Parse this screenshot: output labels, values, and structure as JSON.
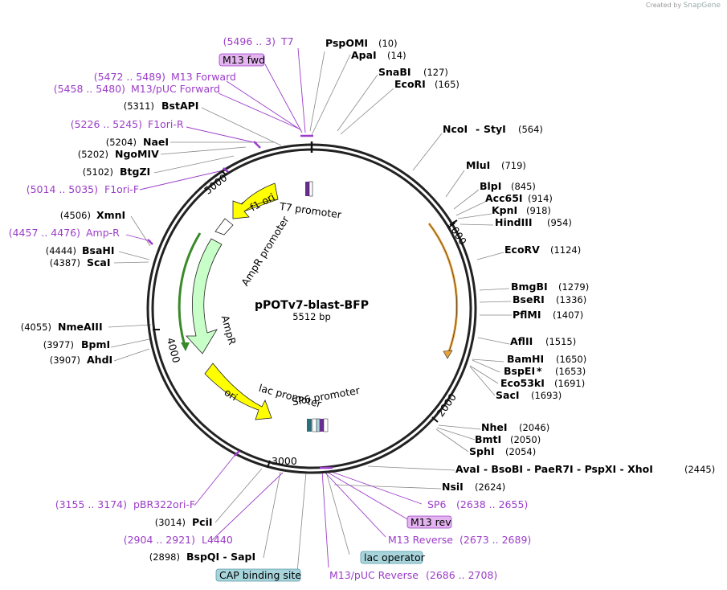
{
  "credit": {
    "prefix": "Created by",
    "brand": "SnapGene"
  },
  "plasmid": {
    "name": "pPOTv7-blast-BFP",
    "length": "5512 bp"
  },
  "ticks": [
    "1000",
    "2000",
    "3000",
    "4000",
    "5000"
  ],
  "features": {
    "t7_promoter": "T7 promoter",
    "f1_ori": "f1 ori",
    "ampr_promoter": "AmpR promoter",
    "ampr": "AmpR",
    "ori": "ori",
    "lac_promoter": "lac promoter",
    "sp6_promoter": "SP6 promoter"
  },
  "sites_right": [
    {
      "name": "PspOMI",
      "pos": "(10)"
    },
    {
      "name": "ApaI",
      "pos": "(14)"
    },
    {
      "name": "SnaBI",
      "pos": "(127)"
    },
    {
      "name": "EcoRI",
      "pos": "(165)"
    },
    {
      "name": "NcoI",
      "sep": "-",
      "name2": "StyI",
      "pos": "(564)"
    },
    {
      "name": "MluI",
      "pos": "(719)"
    },
    {
      "name": "BlpI",
      "pos": "(845)"
    },
    {
      "name": "Acc65I",
      "pos": "(914)"
    },
    {
      "name": "KpnI",
      "pos": "(918)"
    },
    {
      "name": "HindIII",
      "pos": "(954)"
    },
    {
      "name": "EcoRV",
      "pos": "(1124)"
    },
    {
      "name": "BmgBI",
      "pos": "(1279)"
    },
    {
      "name": "BseRI",
      "pos": "(1336)"
    },
    {
      "name": "PflMI",
      "pos": "(1407)"
    },
    {
      "name": "AflII",
      "pos": "(1515)"
    },
    {
      "name": "BamHI",
      "pos": "(1650)"
    },
    {
      "name": "BspEI",
      "mark": "*",
      "pos": "(1653)"
    },
    {
      "name": "Eco53kI",
      "pos": "(1691)"
    },
    {
      "name": "SacI",
      "pos": "(1693)"
    },
    {
      "name": "NheI",
      "pos": "(2046)"
    },
    {
      "name": "BmtI",
      "pos": "(2050)"
    },
    {
      "name": "SphI",
      "pos": "(2054)"
    },
    {
      "name": "AvaI - BsoBI - PaeR7I - PspXI - XhoI",
      "pos": "(2445)"
    },
    {
      "name": "NsiI",
      "pos": "(2624)"
    }
  ],
  "sites_left": [
    {
      "pos": "(5311)",
      "name": "BstAPI"
    },
    {
      "pos": "(5204)",
      "name": "NaeI"
    },
    {
      "pos": "(5202)",
      "name": "NgoMIV"
    },
    {
      "pos": "(5102)",
      "name": "BtgZI"
    },
    {
      "pos": "(4506)",
      "name": "XmnI"
    },
    {
      "pos": "(4444)",
      "name": "BsaHI"
    },
    {
      "pos": "(4387)",
      "name": "ScaI"
    },
    {
      "pos": "(4055)",
      "name": "NmeAIII"
    },
    {
      "pos": "(3977)",
      "name": "BpmI"
    },
    {
      "pos": "(3907)",
      "name": "AhdI"
    },
    {
      "pos": "(3014)",
      "name": "PciI"
    },
    {
      "pos": "(2898)",
      "name": "BspQI - SapI"
    }
  ],
  "primers": [
    {
      "range": "(5496 .. 3)",
      "name": "T7"
    },
    {
      "name": "M13 fwd"
    },
    {
      "range": "(5472 .. 5489)",
      "name": "M13 Forward"
    },
    {
      "range": "(5458 .. 5480)",
      "name": "M13/pUC Forward"
    },
    {
      "range": "(5226 .. 5245)",
      "name": "F1ori-R"
    },
    {
      "range": "(5014 .. 5035)",
      "name": "F1ori-F"
    },
    {
      "range": "(4457 .. 4476)",
      "name": "Amp-R"
    },
    {
      "range": "(3155 .. 3174)",
      "name": "pBR322ori-F"
    },
    {
      "range": "(2904 .. 2921)",
      "name": "L4440"
    },
    {
      "name": "SP6",
      "range": "(2638 .. 2655)"
    },
    {
      "name": "M13 rev"
    },
    {
      "name": "M13 Reverse",
      "range": "(2673 .. 2689)"
    },
    {
      "name": "M13/pUC Reverse",
      "range": "(2686 .. 2708)"
    }
  ],
  "boxed": {
    "lac_operator": "lac operator",
    "cap_site": "CAP binding site"
  },
  "colors": {
    "primer": "#9b3dc8",
    "f1_ori": "#ffff00",
    "ori": "#ffff00",
    "ampr": "#c8ffc8",
    "orange_feature": "#f5a623",
    "box_purple": "#e4b4f0",
    "box_teal": "#a8d4dc"
  }
}
